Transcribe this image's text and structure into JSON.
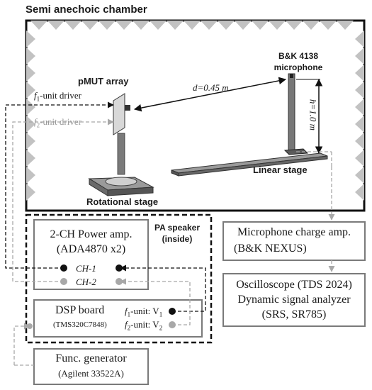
{
  "chamber": {
    "title": "Semi anechoic chamber"
  },
  "colors": {
    "active": "#111111",
    "inactive": "#a8a8a8",
    "absorber": "#bdbdbd",
    "dashed_box": "#000000"
  },
  "pmut": {
    "title": "pMUT array",
    "f1_prefix": "f",
    "f1_sub": "1",
    "f1_rest": "-unit driver",
    "f2_prefix": "f",
    "f2_sub": "2",
    "f2_rest": "-unit driver",
    "stage_label": "Rotational stage"
  },
  "microphone": {
    "line1": "B&K 4138",
    "line2": "microphone",
    "distance": "d=0.45 m",
    "height": "h=1.0 m",
    "stage_label": "Linear stage"
  },
  "pa_speaker": {
    "line1": "PA speaker",
    "line2": "(inside)"
  },
  "power_amp": {
    "title": "2-CH Power amp.",
    "subtitle": "(ADA4870 x2)",
    "ch1": "CH-1",
    "ch2": "CH-2"
  },
  "dsp": {
    "title": "DSP board",
    "subtitle": "(TMS320C7848)",
    "out1_prefix": "f",
    "out1_sub": "1",
    "out1_mid": "-unit: V",
    "out1_vsub": "1",
    "out2_prefix": "f",
    "out2_sub": "2",
    "out2_mid": "-unit: V",
    "out2_vsub": "2"
  },
  "func_gen": {
    "title": "Func. generator",
    "subtitle": "(Agilent 33522A)"
  },
  "charge_amp": {
    "title": "Microphone charge amp.",
    "subtitle": "(B&K NEXUS)"
  },
  "oscilloscope": {
    "line1": "Oscilloscope (TDS 2024)",
    "line2": "Dynamic signal analyzer",
    "line3": "(SRS, SR785)"
  }
}
